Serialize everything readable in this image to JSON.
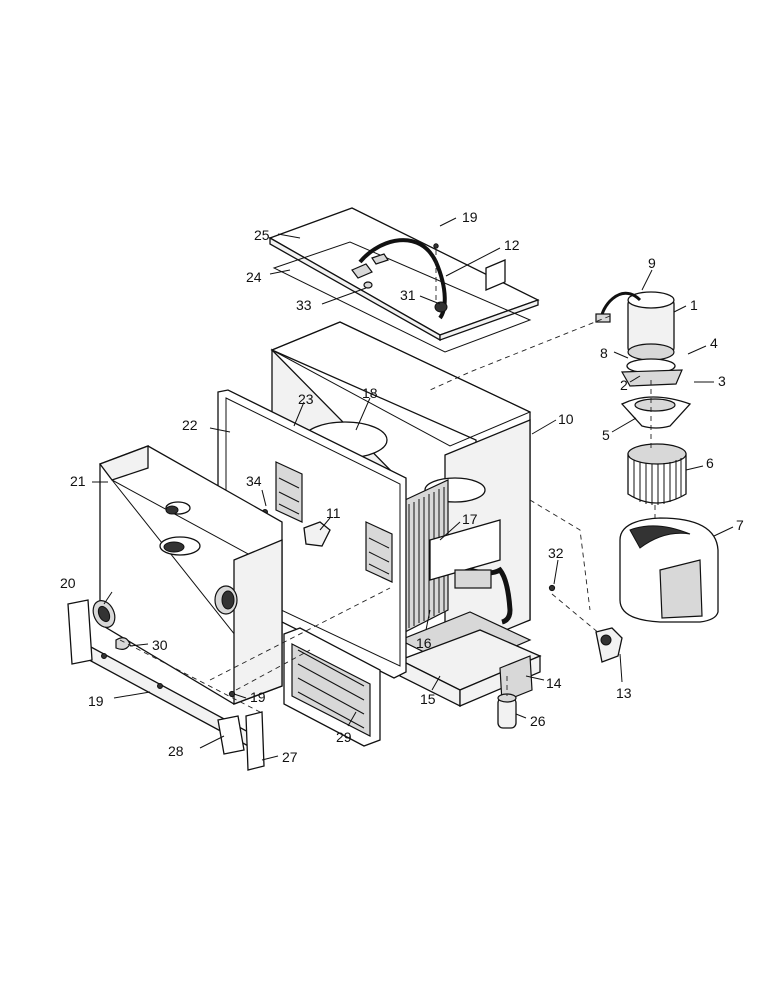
{
  "callouts": [
    {
      "id": "c1",
      "text": "1"
    },
    {
      "id": "c2",
      "text": "2"
    },
    {
      "id": "c3",
      "text": "3"
    },
    {
      "id": "c4",
      "text": "4"
    },
    {
      "id": "c5",
      "text": "5"
    },
    {
      "id": "c6",
      "text": "6"
    },
    {
      "id": "c7",
      "text": "7"
    },
    {
      "id": "c8",
      "text": "8"
    },
    {
      "id": "c9",
      "text": "9"
    },
    {
      "id": "c10",
      "text": "10"
    },
    {
      "id": "c11",
      "text": "11"
    },
    {
      "id": "c12",
      "text": "12"
    },
    {
      "id": "c13",
      "text": "13"
    },
    {
      "id": "c14",
      "text": "14"
    },
    {
      "id": "c15",
      "text": "15"
    },
    {
      "id": "c16",
      "text": "16"
    },
    {
      "id": "c17",
      "text": "17"
    },
    {
      "id": "c18",
      "text": "18"
    },
    {
      "id": "c19a",
      "text": "19"
    },
    {
      "id": "c19b",
      "text": "19"
    },
    {
      "id": "c19c",
      "text": "19"
    },
    {
      "id": "c20",
      "text": "20"
    },
    {
      "id": "c21",
      "text": "21"
    },
    {
      "id": "c22",
      "text": "22"
    },
    {
      "id": "c23",
      "text": "23"
    },
    {
      "id": "c24",
      "text": "24"
    },
    {
      "id": "c25",
      "text": "25"
    },
    {
      "id": "c26",
      "text": "26"
    },
    {
      "id": "c27",
      "text": "27"
    },
    {
      "id": "c28",
      "text": "28"
    },
    {
      "id": "c29",
      "text": "29"
    },
    {
      "id": "c30",
      "text": "30"
    },
    {
      "id": "c31",
      "text": "31"
    },
    {
      "id": "c32",
      "text": "32"
    },
    {
      "id": "c33",
      "text": "33"
    },
    {
      "id": "c34",
      "text": "34"
    }
  ]
}
